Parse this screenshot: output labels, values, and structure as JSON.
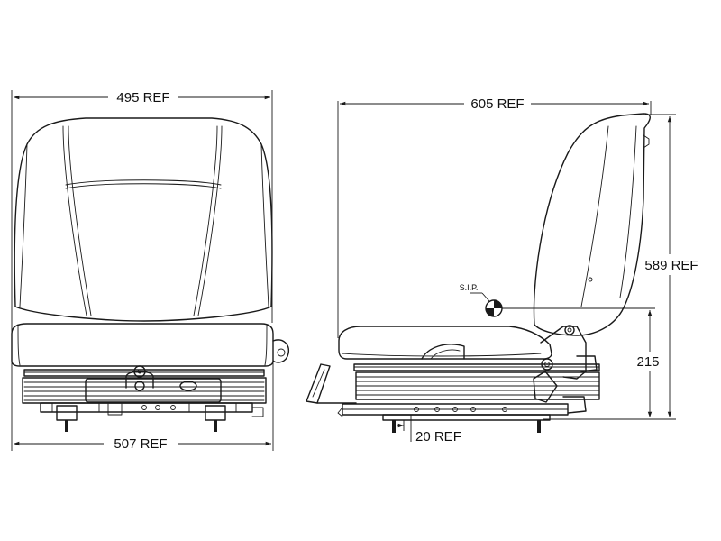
{
  "front_view": {
    "top_width_label": "495 REF",
    "bottom_width_label": "507 REF"
  },
  "side_view": {
    "depth_label": "605 REF",
    "height_label": "589 REF",
    "sip_height_label": "215",
    "offset_label": "20 REF",
    "sip_label": "S.I.P."
  },
  "colors": {
    "line": "#1a1a1a",
    "background": "#ffffff"
  }
}
